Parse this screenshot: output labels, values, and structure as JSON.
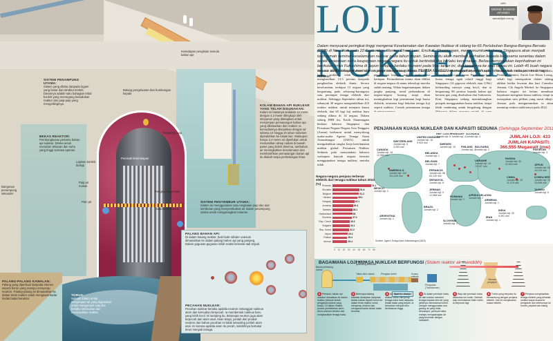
{
  "header": {
    "title": "LOJI NUKLEAR",
    "byline_prefix": "oleh",
    "author": "MOHD SAMAD AFANDI",
    "author_email": "samad@ipk.com.sg"
  },
  "lede": "Dalam mesyuarat peringkat tinggi mengenai Keselamatan dan Kawalan Nuklear di sidang ke-66 Pertubuhan Bangsa-Bangsa Bersatu (PBB) di New York pada 22 September, Menteri Ehwal Luar, Encik K. Shanmugam, mengumumkan bahawa Singapura akan menjadi tuan rumah seminar keselamatan nuklear pada tahun depan. Seminar itu akan memberi perhatian kepada kerjasama serantau dalam aspek kesediaan serta keupayaan negara-negara itu untuk bertindak jika berlaku kecemasan. Beliau menyuarakan keprihatinan ini berikutan krisis Fukushima di Jepun selepas berlaku tsunami pada Mac tahun ini, dan kesannya ke atas rantau ini. Lebih 45 buah negara secara aktif berhasrat memulakan program kuasa nuklear. BERITA MINGGU memaparkan salah satu reka bentuk serta proses tenaga nuklear.",
  "article": {
    "col1": "Menurut Institut Tenaga Nuklear, loji kuasa nuklear telah beroperasi menghasilkan 13.5 peratus daripada penghasilan elektrik dunia. Secara keseluruhan, terdapat 15 negara yang bergantung pada sekurang-kurangnya satu perempat tenaga elektrik dari nuklear. Sehingga September tahun ini, sebanyak 30 negara mengendalikan 433 reaktor nuklear untuk menjana kuasa elektrik, dan 65 lagi loji nuklear baru sedang dibina di 14 negara. Dalam sidang PBB itu, Encik Shanmugam berkata bahawa Singapura dan Persatuan Negara-Negara Asia Tenggara (Asean) berhasrat untuk menyokong usaha-usaha Agensi Tenaga Atom Antarabangsa (IAEA) untuk mengukuhkan rangka kerja keselamatan nuklear global. Persatuan Nuklear Sedunia pula menyatakan bahawa walaupun banyak negara bermisi menggunakan tenaga nuklear, mereka tidak",
    "col2": "dijangka menyumbang banyak kepada penghasilan kapasiti nuklear pada masa hadapan. Pertumbuhan utama akan dilihat di negara-negara di mana teknologi mereka sudah matang. Walau bagaimanapun, dalam jangka panjang, trend perbandaran di negara-negara kurang maju akan meningkatkan lagi permintaan bagi kuasa elektrik, terutama bagi bekalan tenaga loji seperti nuklear. Contoh permintaan tenaga di negara-negara",
    "col3": "itu akan lebih meningkat seperti di Eropah, Amerika Utara dan Jepun. Permintaan bagi kuasa tenaga agak relatif tinggi bagi Singapura (14 gigawat elektrik atau GWe) berbanding saiznya yang kecil, dan ia bergantung 80 peratus kepada bahan api berasas gas yang disalurkan dari Indonesia. Kini, Singapura sedang menimbangkan prospek menggunakan kuasa nuklear, tetapi lebih cenderung untuk bergabung dengan Malaysia dalam apa-apa projek di sana kerana",
    "col4": "keterbatasan kawasan. Pada Jun lalu, Perdana Menteri, Encik Lee Hsien Loong, sekali lagi menegaskan dalam sidang akhbar ketika lawatan dua hari Canselor Jerman, Cik Angela Merkel, ke Singapura bahawa negara ini belum membuat keputusan mengenai kuasa nuklear, tetapi ia merupakan satu pilihan yang mesti dikaji. Jerman pula mengumumkan ia akan menutup reaktor nuklearnya pada 2022."
  },
  "map": {
    "heading": "PENJANAAN KUASA NUKLEAR DAN KAPASITI SEDUNIA",
    "heading_note": "(Sehingga September 2011)",
    "total_plants": "JUMLAH LOJI: 433",
    "total_capacity_label": "JUMLAH KAPASITI:",
    "total_capacity": "366,555 Megawatt (mw)",
    "source": "Sumber: Agensi Tenaga Atom Antarabangsa (IAEA)",
    "countries": [
      {
        "name": "CANADA",
        "plants": "Jumlah loji: 18",
        "cap": "12,569 mw"
      },
      {
        "name": "SWITZERLAND",
        "plants": "Jumlah loji: 5",
        "cap": "3,263 mw"
      },
      {
        "name": "UNITED KINGDOM",
        "plants": "Jumlah loji: 18",
        "cap": "9,920 mw"
      },
      {
        "name": "REP. CZECH",
        "plants": "Jumlah loji: 6",
        "cap": "3,678 mw"
      },
      {
        "name": "HUNGARY",
        "plants": "Jumlah loji: 4",
        "cap": "1,889 mw"
      },
      {
        "name": "SLOVAKIA",
        "plants": "Jumlah loji: 4",
        "cap": "1,816 mw"
      },
      {
        "name": "SWEDEN",
        "plants": "Jumlah loji: 10",
        "cap": "9,298 mw"
      },
      {
        "name": "FINLAND",
        "plants": "Jumlah loji: 4",
        "cap": "2,716 mw"
      },
      {
        "name": "BULGARIA",
        "plants": "Jumlah loji: 2",
        "cap": "1,906 mw"
      },
      {
        "name": "BELANDA",
        "plants": "Jumlah loji: 1",
        "cap": "482 mw"
      },
      {
        "name": "BELGIUM",
        "plants": "Jumlah loji: 7",
        "cap": "5,927 mw"
      },
      {
        "name": "UKRAINE",
        "plants": "Jumlah loji: 15",
        "cap": "13,107 mw"
      },
      {
        "name": "RUSSIA",
        "plants": "Jumlah loji: 32",
        "cap": "22,693 mw"
      },
      {
        "name": "PAKISTAN",
        "plants": "Jumlah loji: 3",
        "cap": "725 mw"
      },
      {
        "name": "JEPUN",
        "plants": "Jumlah loji: 51",
        "cap": "44,215 mw"
      },
      {
        "name": "KOREA REP.",
        "plants": "Jumlah loji: 21",
        "cap": "18,698 mw"
      },
      {
        "name": "TAIWAN",
        "plants": "Jumlah loji: 6",
        "cap": "4,982 mw"
      },
      {
        "name": "CHINA",
        "plants": "Jumlah loji: 15",
        "cap": "11,078 mw"
      },
      {
        "name": "INDIA",
        "plants": "Jumlah loji: 20",
        "cap": "4,391 mw"
      },
      {
        "name": "ARMENIA",
        "plants": "Jumlah loji: 1",
        "cap": "375 mw"
      },
      {
        "name": "IRAN",
        "plants": "Jumlah loji: 1",
        "cap": "915 mw"
      },
      {
        "name": "AMERIKA S.",
        "plants": "Jumlah loji: 104",
        "cap": "101,240 mw"
      },
      {
        "name": "PERANCIS",
        "plants": "Jumlah loji: 58",
        "cap": "63,130 mw"
      },
      {
        "name": "SEPANYOL",
        "plants": "Jumlah loji: 8",
        "cap": "7,567 mw"
      },
      {
        "name": "JERMAN",
        "plants": "Jumlah loji: 9",
        "cap": "12,068 mw"
      },
      {
        "name": "ROMANIA",
        "plants": "Jumlah loji: 2",
        "cap": "1,300 mw"
      },
      {
        "name": "AFRIKA SELATAN",
        "plants": "Jumlah loji: 2",
        "cap": "1,800 mw"
      },
      {
        "name": "MEXICO",
        "plants": "Jumlah loji: 2",
        "cap": "1,300 mw"
      },
      {
        "name": "BRAZIL",
        "plants": "Jumlah loji: 2",
        "cap": "1,884 mw"
      },
      {
        "name": "ARGENTINA",
        "plants": "Jumlah loji: 2",
        "cap": "935 mw"
      },
      {
        "name": "SLOVENIA",
        "plants": "Jumlah loji: 1",
        "cap": "1,800 mw"
      }
    ]
  },
  "chart_data": {
    "type": "bar",
    "orientation": "horizontal",
    "title": "Negara-negara penjana terbesar elektrik dari tenaga nuklear tahun 2010 (%)",
    "categories": [
      "Perancis",
      "Slovakia",
      "Belgium",
      "Ukraine",
      "Hungary",
      "Armenia",
      "Sweden",
      "Switzerland",
      "Slovenia",
      "Rep. Czech",
      "Bulgaria",
      "Rep. Korea",
      "Jepun",
      "Finland",
      "Jerman"
    ],
    "values": [
      74.1,
      51.8,
      51.2,
      48.1,
      42.1,
      39.4,
      38.1,
      38.0,
      37.3,
      33.3,
      33.1,
      32.2,
      29.2,
      28.4,
      28.4
    ],
    "xlabel": "",
    "ylabel": "",
    "xticks": [
      "0",
      "10",
      "20",
      "30",
      "40",
      "50",
      "60",
      "70",
      "80"
    ],
    "xlim": [
      0,
      80
    ],
    "grid": false,
    "bar_color": "#c74758"
  },
  "how": {
    "heading": "BAGAIMANA LOJI KUASA NUKLEAR BERFUNGSI",
    "heading_note": "(Sistem reaktor air mendidih)",
    "labels": {
      "containment": "Bangunan pelindung sekunder",
      "vessel": "Bekas pelindung utama",
      "reactor": "Teras reaktor",
      "steam": "Talian stim utama",
      "turbine": "Pengisar turbin",
      "power": "Kuasa elektrik",
      "transformer": "Pengubah (Transformer)",
      "tower": "Menara penyejuk",
      "water": "Sumber air sejuk",
      "core": "Teras"
    },
    "steps": [
      {
        "n": "1",
        "text": "Pertama, bahan api uranium dimuatkan ke dalam reaktor (sebuah kubah pengawal nuklear yang besar). Di dalam reaktor, proses pembelahan atom-atom uranium berlaku dan menghasilkan tenaga haba."
      },
      {
        "n": "2",
        "text": "Beberapa batang kawalan disisipkan daripada bahan-bahan seperti boron ke dalam teras reaktor untuk menyerap neutron dan mengawal kadar tindak balas berantai."
      },
      {
        "n": "3",
        "text": "Air dipam ke dalam reaktor untuk menyerap tenaga haba hasil daripada tindak balas yang terjadi. Ia kemudian menjadi stim bertekanan tinggi."
      },
      {
        "n": "4",
        "text": "Di dalam pemisah haba, air dari reaktor memberi tenaga kepada stim air yang akhirnya memutarkan turbin. Dengan menggunakan dua gelung air yang tidak bercampur, pemisah haba mampu mengasingkan air yang tercemar dengan radioaktif."
      },
      {
        "n": "5",
        "text": "Wap dari pemisah haba disalurkan ke turbin. Setelah wap memutarkan bilah turbin, ia berpusar lagi."
      },
      {
        "n": "6",
        "text": "Turbin yang berputar itu bersambung dengan penjana elektrik. Dan ini menjanakan kuasa elektrik."
      },
      {
        "n": "7",
        "text": "Penjana menghasilkan tenaga elektrik yang dihantar melalui wayar kuasa ke pengubah dan seterusnya ke rumah, pejabat dan kilang."
      }
    ]
  },
  "illustration": {
    "labels": {
      "crane": "Kesedapan pengisian semula bahan api",
      "main_containment_title": "SISTEM PENAMPUNG UTAMA:",
      "main_containment": "Sistem yang dibina daripada logam yang besar dan struktur konkrit. Dasarnya adalah satu bahagian tebal konkrit yang memegang kedudukan reaktor dan paip-paip yang mengelilinginya.",
      "reactor_vessel_title": "BEKAS REAKTOR:",
      "reactor_vessel": "Pembungkusan pertama bahan api nuklear. Direka untuk menahan tekanan dan suhu yang tinggi semasa operasi.",
      "pool_title": "KOLAM BAHAN API NUKLEAR YANG TELAH DIGUNAKAN:",
      "pool": "Kolam ini biasanya sedalam 12 meter, dengan 4.3 meter dilingkupi oleh simpanan yang ditetapkan untuk menyimpan pemasangan bahan api yang dikeluarkan dari reaktor. Ia kemudiannya disejukkan dengan air selama 10 hingga 20 tahun sebelum dipindahkan ke lokasi lain. Walaupun hanya 3.4 meter air diperlukan untuk memastikan tahap radiasi di bawah paras yang boleh diterima, tambahan air meningkatkan keselamatan dan membolehkan pemasangan bahan api itu diubah tanpa perlindungan khas.",
      "cooling_title": "SISTEM PENYEMBUR UTAMA:",
      "cooling": "Sistem ini menggunakan satu rangkaian paip dan alat semburan yang menyemburkan air dalam penampung utama untuk mengurangkan tekanan.",
      "fuel_rod_title": "PALANG BAHAN API:",
      "fuel_rod": "Di dalam batang reaktor, butir-butir silinder uranium dimasukkan ke dalam palang bahan api yang panjang. Dalam gugusan-gugusan inilah reaksi berantai tadi terjadi.",
      "fission_title": "PECAHAN NUKLEAR:",
      "fission": "Pecahan nuklear berlaku apabila neutron melanggar nukleus atom dan kemudian berpecah. Ia membentuk nukleus baru yang lebih kecil. Di samping itu, beberapa neutron juga akan terpecah dari atom asal. Akan tetapi, jumlah dari produk neutron dan bahan pecahan ini tidak setanding jumlah atom asal. Ini kerana apabila atom itu pecah, selebihnya bertukar terus menjadi tenaga.",
      "control_rods_title": "PALANG-PALANG KAWALAN:",
      "control_rods": "Palang yang diperbuat daripada elemen seperti boron yang mampu menyerap neutron. Palang-palang ini dimasukkan ke dalam teras reaktor untuk mengawal kadar tindak balas berantai.",
      "torus_title": "Torus:",
      "torus": "Sebuah kolam untuk menyimpan air yang digunakan untuk mengumpul wap jika berlaku kebocoran dan menyejukkan reaktor.",
      "pipe_label": "Batang pengeluaran dan bumbungan kepala",
      "steam_dryer": "Pengering wap",
      "moisture": "Pemisah kelembapan",
      "feedwater": "Paip air masuk",
      "jet_pump": "Pam jet",
      "core_shroud": "Pengepungan teras",
      "bioshield": "Lapisan konkrit biologi",
      "water_inlet": "Saluran air masuk",
      "building": "Bangunan penampung sekunder"
    }
  }
}
